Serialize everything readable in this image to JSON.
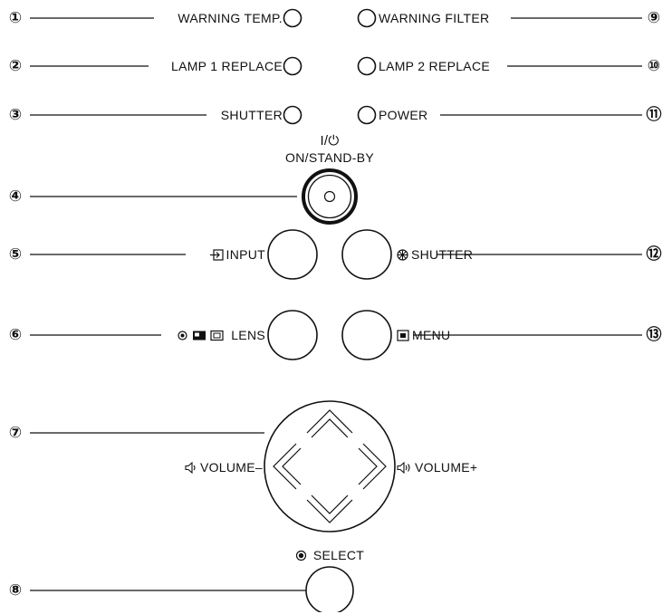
{
  "callouts": {
    "n1": "①",
    "n2": "②",
    "n3": "③",
    "n4": "④",
    "n5": "⑤",
    "n6": "⑥",
    "n7": "⑦",
    "n8": "⑧",
    "n9": "⑨",
    "n10": "⑩",
    "n11": "⑪",
    "n12": "⑫",
    "n13": "⑬"
  },
  "indicators": {
    "warning_temp": "WARNING  TEMP.",
    "warning_filter": "WARNING  FILTER",
    "lamp1_replace": "LAMP 1 REPLACE",
    "lamp2_replace": "LAMP 2  REPLACE",
    "shutter": "SHUTTER",
    "power": "POWER"
  },
  "buttons": {
    "power_symbol": "I/⏻",
    "on_standby": "ON/STAND-BY",
    "input": "INPUT",
    "shutter": "SHUTTER",
    "lens": "LENS",
    "menu": "MENU",
    "volume_minus": "VOLUME–",
    "volume_plus": "VOLUME+",
    "select": "SELECT"
  },
  "icons": {
    "input": "input-arrow-icon",
    "shutter": "shutter-icon",
    "lens": "lens-icons",
    "menu": "menu-icon",
    "volume_minus": "speaker-low-icon",
    "volume_plus": "speaker-high-icon",
    "select": "select-dot-icon"
  },
  "colors": {
    "ink": "#111111",
    "background": "#ffffff"
  }
}
